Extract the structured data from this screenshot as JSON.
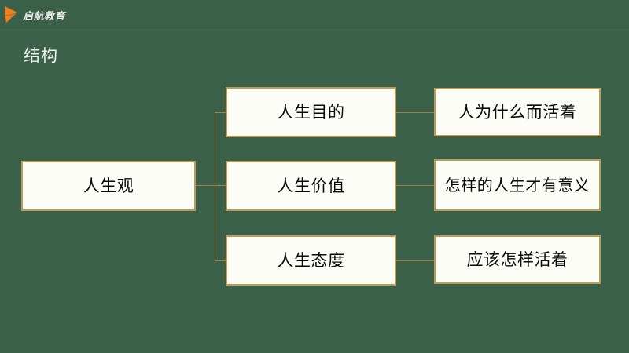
{
  "slide": {
    "background_color": "#3b6049",
    "title": "结构"
  },
  "logo": {
    "brand_text": "启航教育",
    "mark_icon": "orange-arrow-icon",
    "mark_color": "#ef7f21",
    "text_color": "#e9eee9"
  },
  "diagram": {
    "type": "tree",
    "node_fill": "#fdfdf8",
    "node_border_color": "#bf9c52",
    "connector_color": "#a8813c",
    "root": {
      "label": "人生观"
    },
    "branches": [
      {
        "middle": "人生目的",
        "leaf": "人为什么而活着"
      },
      {
        "middle": "人生价值",
        "leaf": "怎样的人生才有意义"
      },
      {
        "middle": "人生态度",
        "leaf": "应该怎样活着"
      }
    ]
  }
}
